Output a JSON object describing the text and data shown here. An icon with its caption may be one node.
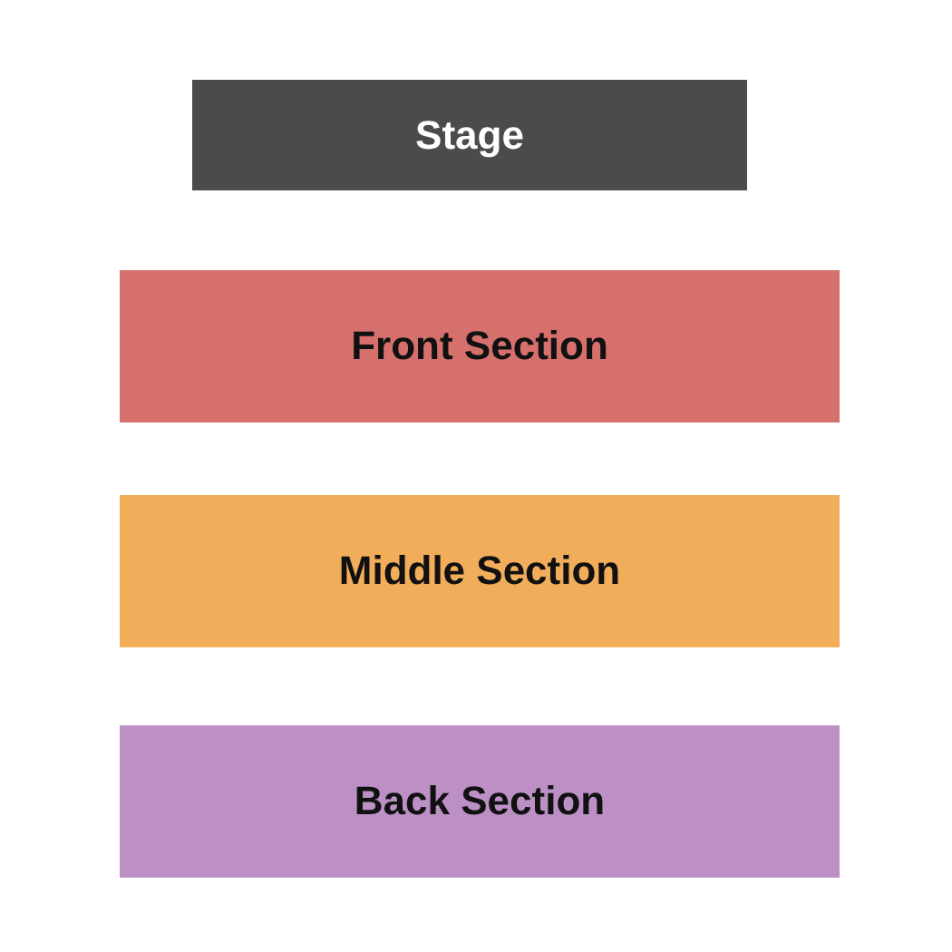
{
  "diagram": {
    "nodes": [
      {
        "text": [
          "Stage"
        ]
      },
      {
        "text": [
          "Front Section"
        ]
      },
      {
        "text": [
          "Middle Section"
        ]
      },
      {
        "text": [
          "Back Section"
        ]
      }
    ]
  }
}
